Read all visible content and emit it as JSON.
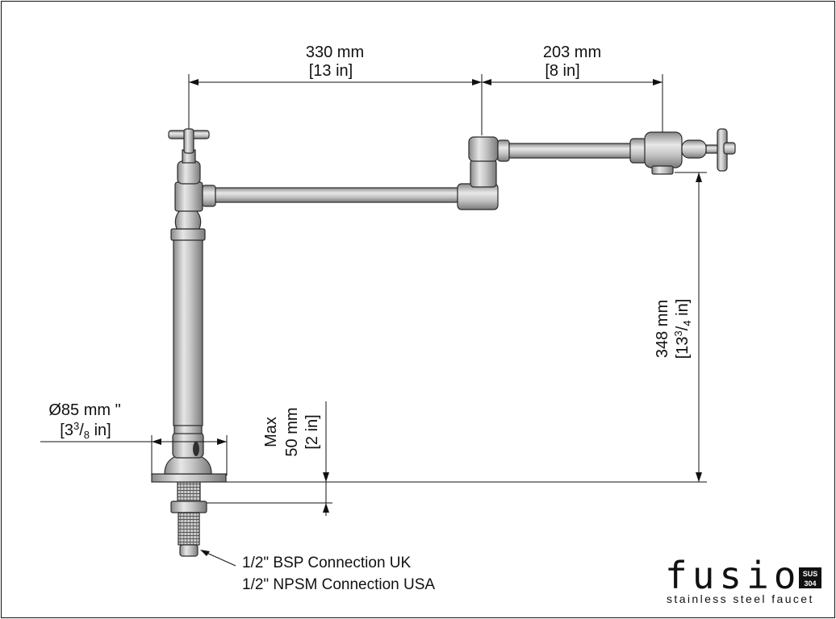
{
  "dimensions": {
    "reach_inner": {
      "mm": "330 mm",
      "in": "[13 in]"
    },
    "reach_outer": {
      "mm": "203 mm",
      "in": "[8 in]"
    },
    "height": {
      "mm": "348 mm",
      "in_prefix": "[13",
      "in_num": "3",
      "in_den": "4",
      "in_suffix": " in]"
    },
    "base": {
      "mm": "Ø85 mm \"",
      "in_prefix": "[3",
      "in_num": "3",
      "in_den": "8",
      "in_suffix": " in]"
    },
    "deck": {
      "line1": "Max",
      "line2": "50 mm",
      "line3": "[2 in]"
    }
  },
  "connection": {
    "uk": "1/2\" BSP Connection UK",
    "usa": "1/2\" NPSM Connection USA"
  },
  "logo": {
    "brand": "fusion",
    "badge_top": "SUS",
    "badge_bottom": "304",
    "tagline": "stainless steel faucet"
  },
  "colors": {
    "metal_light": "#e2e2e2",
    "metal_mid": "#b9b9b9",
    "metal_dark": "#7d7d7d",
    "line": "#111111"
  }
}
